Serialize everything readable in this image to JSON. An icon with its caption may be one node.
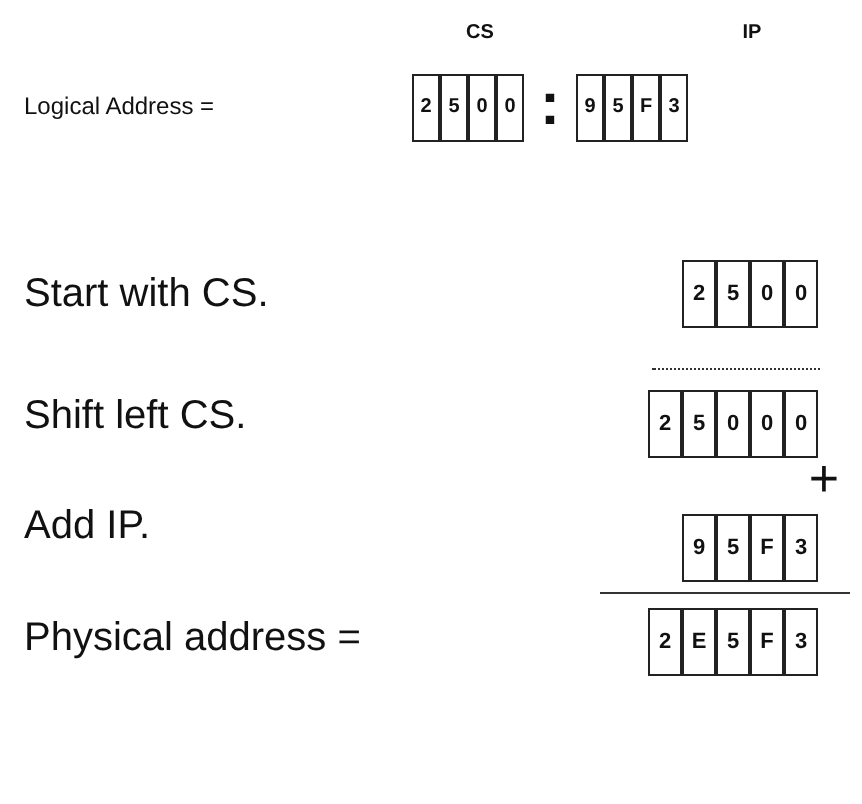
{
  "diagram": {
    "labels": [
      "CS",
      "IP",
      "Logical Address =",
      "2",
      "5",
      "0",
      "0",
      ":",
      "9",
      "5",
      "F",
      "3",
      "Start with CS.",
      "2",
      "5",
      "0",
      "0",
      "Shift left CS.",
      "2",
      "5",
      "0",
      "0",
      "0",
      "+",
      "Add IP.",
      "9",
      "5",
      "F",
      "3",
      "Physical address =",
      "2",
      "E",
      "5",
      "F",
      "3"
    ]
  }
}
